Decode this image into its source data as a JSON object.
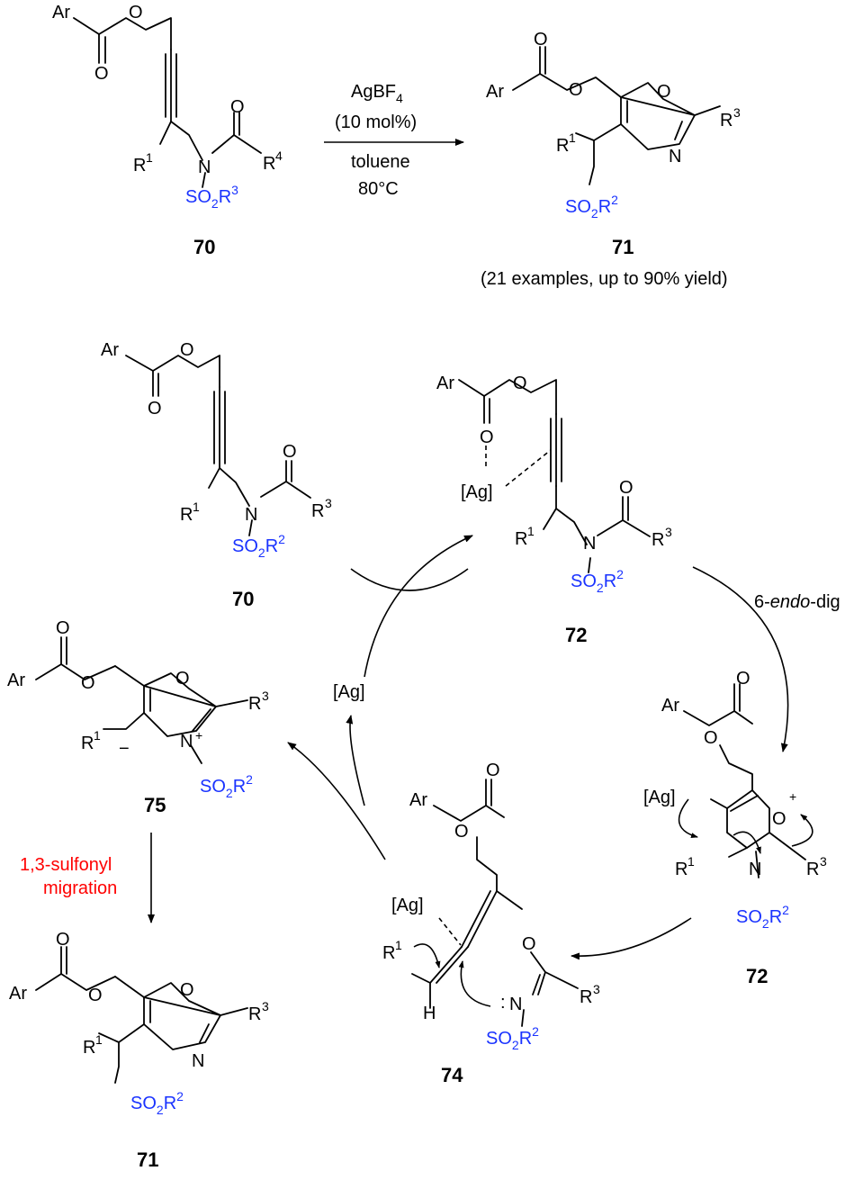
{
  "top_reaction": {
    "reactant_label": "70",
    "product_label": "71",
    "reagent_line1": "AgBF",
    "reagent_sub": "4",
    "reagent_line2": "(10 mol%)",
    "solvent": "toluene",
    "temperature": "80°C",
    "scope_note": "(21 examples, up to 90% yield)"
  },
  "atoms": {
    "ar": "Ar",
    "o": "O",
    "n": "N",
    "h": "H",
    "r": "R",
    "ag": "[Ag]",
    "so2": "SO",
    "sub2": "2",
    "sup1": "1",
    "sup2": "2",
    "sup3": "3",
    "sup4": "4",
    "plus": "+",
    "minus": "−",
    "lone_pair": ":"
  },
  "cycle": {
    "label_70": "70",
    "label_72a": "72",
    "label_72b": "72",
    "label_74": "74",
    "label_75": "75",
    "label_71": "71",
    "catalyst": "[Ag]",
    "step_cyclization": "6-endo-dig",
    "step_cyclization_prefix": "6-",
    "step_cyclization_italic": "endo",
    "step_cyclization_suffix": "-dig",
    "migration_line1": "1,3-sulfonyl",
    "migration_line2": "migration"
  },
  "colors": {
    "sulfonyl": "#1a33ff",
    "highlight": "#ff0000"
  }
}
